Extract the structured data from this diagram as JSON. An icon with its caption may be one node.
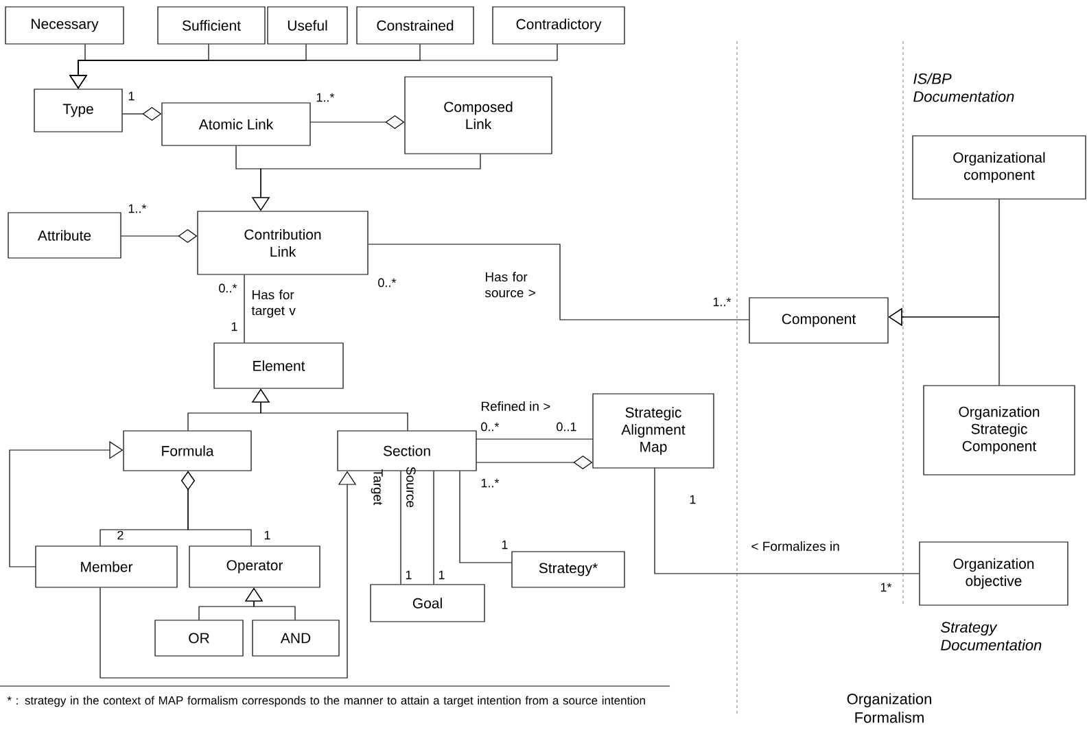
{
  "diagram": {
    "nodes": [
      {
        "text": [
          "Necessary"
        ]
      },
      {
        "text": [
          "Sufficient"
        ]
      },
      {
        "text": [
          "Useful"
        ]
      },
      {
        "text": [
          "Constrained"
        ]
      },
      {
        "text": [
          "Contradictory"
        ]
      },
      {
        "text": [
          "Type"
        ]
      },
      {
        "text": [
          "Atomic Link"
        ]
      },
      {
        "text": [
          "Composed Link"
        ]
      },
      {
        "text": [
          "Attribute"
        ]
      },
      {
        "text": [
          "Contribution Link"
        ]
      },
      {
        "text": [
          "Element"
        ]
      },
      {
        "text": [
          "Formula"
        ]
      },
      {
        "text": [
          "Section"
        ]
      },
      {
        "text": [
          "Strategic Alignment Map"
        ]
      },
      {
        "text": [
          "Member"
        ]
      },
      {
        "text": [
          "Operator"
        ]
      },
      {
        "text": [
          "OR"
        ]
      },
      {
        "text": [
          "AND"
        ]
      },
      {
        "text": [
          "Goal"
        ]
      },
      {
        "text": [
          "Strategy*"
        ]
      },
      {
        "text": [
          "Component"
        ]
      },
      {
        "text": [
          "Organizational component"
        ]
      },
      {
        "text": [
          "Organization Strategic Component"
        ]
      },
      {
        "text": [
          "Organization objective"
        ]
      }
    ],
    "edges": [
      {
        "from": 0,
        "to": 5,
        "arrow": "to"
      },
      {
        "from": 1,
        "to": 5,
        "arrow": "to"
      },
      {
        "from": 2,
        "to": 5,
        "arrow": "to"
      },
      {
        "from": 3,
        "to": 5,
        "arrow": "to"
      },
      {
        "from": 4,
        "to": 5,
        "arrow": "to"
      },
      {
        "from": 5,
        "to": 6,
        "arrow": "other"
      },
      {
        "from": 6,
        "to": 7,
        "arrow": "other"
      },
      {
        "from": 6,
        "to": 9,
        "arrow": "to"
      },
      {
        "from": 7,
        "to": 9,
        "arrow": "to"
      },
      {
        "from": 8,
        "to": 9,
        "arrow": "other"
      },
      {
        "from": 9,
        "to": 10,
        "arrow": "none",
        "label": "Has for target v"
      },
      {
        "from": 9,
        "to": 20,
        "arrow": "none",
        "label": "Has for source >"
      },
      {
        "from": 11,
        "to": 10,
        "arrow": "to"
      },
      {
        "from": 12,
        "to": 10,
        "arrow": "to"
      },
      {
        "from": 12,
        "to": 13,
        "arrow": "none",
        "label": "Refined in >"
      },
      {
        "from": 12,
        "to": 13,
        "arrow": "other"
      },
      {
        "from": 14,
        "to": 11,
        "arrow": "other"
      },
      {
        "from": 15,
        "to": 11,
        "arrow": "other"
      },
      {
        "from": 14,
        "to": 11,
        "arrow": "to"
      },
      {
        "from": 14,
        "to": 12,
        "arrow": "to"
      },
      {
        "from": 16,
        "to": 15,
        "arrow": "to"
      },
      {
        "from": 17,
        "to": 15,
        "arrow": "to"
      },
      {
        "from": 12,
        "to": 18,
        "arrow": "none",
        "label": "Target"
      },
      {
        "from": 12,
        "to": 18,
        "arrow": "none",
        "label": "Source"
      },
      {
        "from": 12,
        "to": 19,
        "arrow": "none"
      },
      {
        "from": 13,
        "to": 23,
        "arrow": "none",
        "label": "< Formalizes in"
      },
      {
        "from": 21,
        "to": 20,
        "arrow": "to"
      },
      {
        "from": 22,
        "to": 20,
        "arrow": "to"
      }
    ],
    "labels": [
      "1",
      "1..*",
      "1..*",
      "0..*",
      "0..*",
      "1",
      "1..*",
      "0..*",
      "0..1",
      "1..*",
      "2",
      "1",
      "1",
      "1",
      "1",
      "1",
      "1*",
      "IS/BP Documentation",
      "Strategy Documentation",
      "Organization Formalism",
      "* : strategy in the context of MAP formalism corresponds to the manner to attain a target intention from a source intention"
    ]
  }
}
